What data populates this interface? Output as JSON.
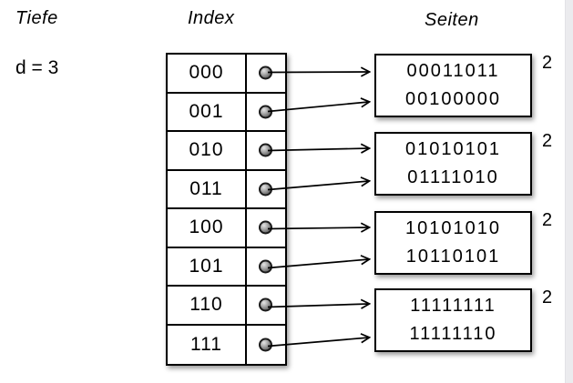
{
  "labels": {
    "depth_title": "Tiefe",
    "depth_value": "d = 3",
    "index_title": "Index",
    "pages_title": "Seiten"
  },
  "index_table": {
    "rows": [
      {
        "label": "000"
      },
      {
        "label": "001"
      },
      {
        "label": "010"
      },
      {
        "label": "011"
      },
      {
        "label": "100"
      },
      {
        "label": "101"
      },
      {
        "label": "110"
      },
      {
        "label": "111"
      }
    ]
  },
  "pages": [
    {
      "lines": [
        "00011011",
        "00100000"
      ],
      "local_depth": "2"
    },
    {
      "lines": [
        "01010101",
        "01111010"
      ],
      "local_depth": "2"
    },
    {
      "lines": [
        "10101010",
        "10110101"
      ],
      "local_depth": "2"
    },
    {
      "lines": [
        "11111111",
        "11111110"
      ],
      "local_depth": "2"
    }
  ],
  "colors": {
    "stroke": "#000000",
    "page_fill": "#ffffff",
    "dot_fill": "#8a8a8a",
    "edge_strip": "#ebebee"
  }
}
